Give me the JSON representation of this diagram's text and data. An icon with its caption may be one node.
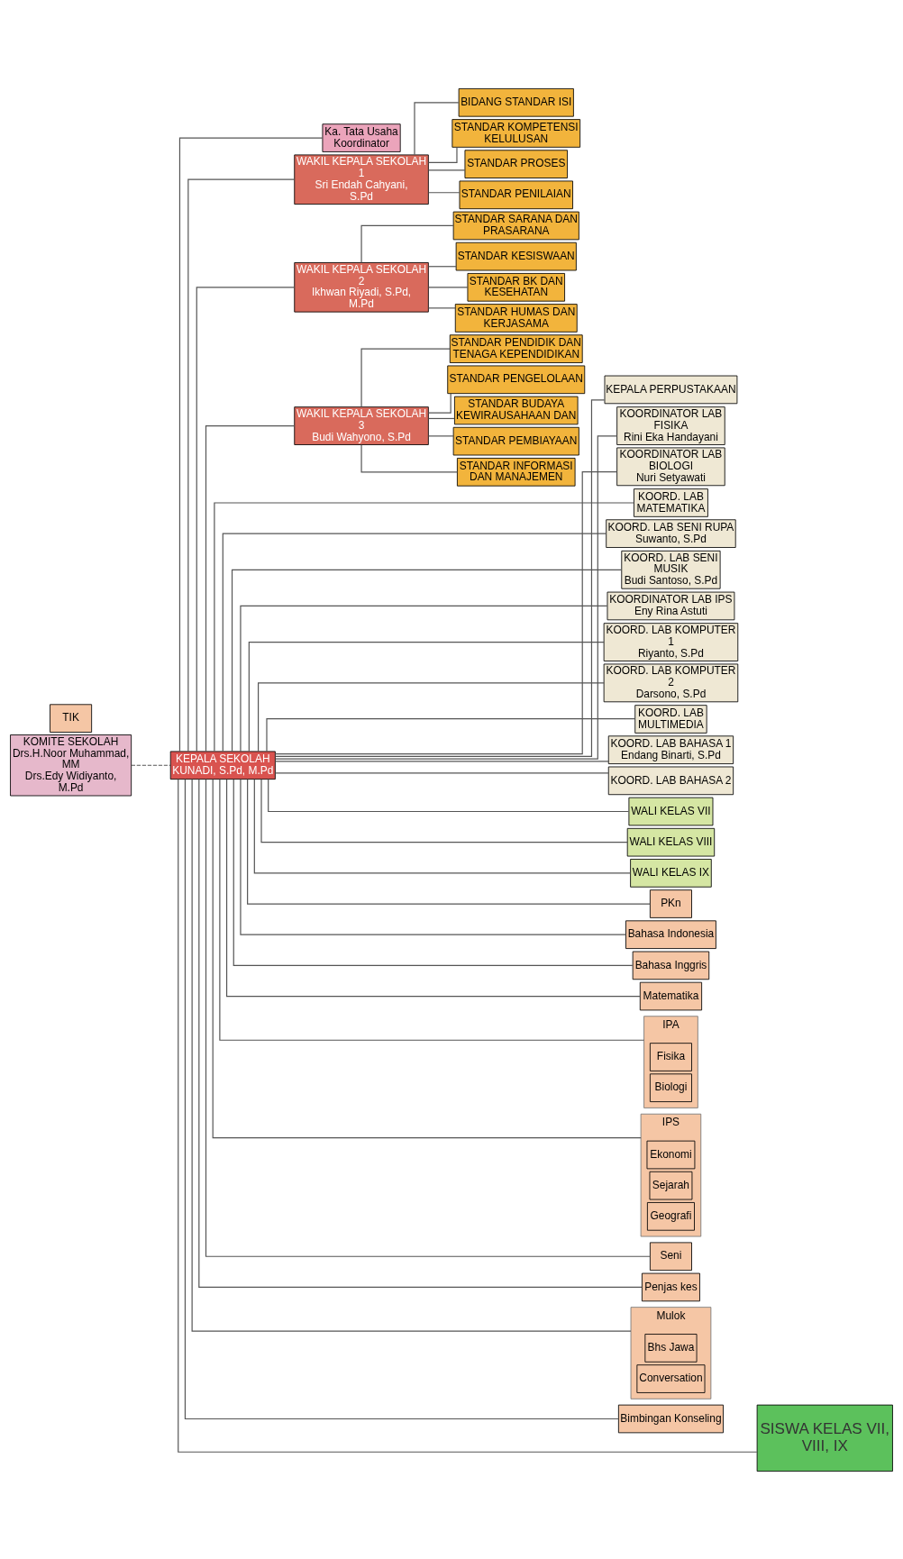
{
  "diagram": {
    "nodes": [
      {
        "text": [
          "KOMITE SEKOLAH",
          "Drs.H.Noor Muhammad, MM",
          "Drs.Edy Widiyanto, M.Pd"
        ]
      },
      {
        "text": [
          "KEPALA SEKOLAH",
          "KUNADI, S.Pd, M.Pd"
        ]
      },
      {
        "text": [
          "Ka. Tata Usaha",
          "Koordinator"
        ]
      },
      {
        "text": [
          "WAKIL KEPALA SEKOLAH 1",
          "Sri Endah Cahyani, S.Pd"
        ]
      },
      {
        "text": [
          "WAKIL KEPALA SEKOLAH 2",
          "Ikhwan Riyadi, S.Pd, M.Pd"
        ]
      },
      {
        "text": [
          "WAKIL KEPALA SEKOLAH 3",
          "Budi Wahyono, S.Pd"
        ]
      },
      {
        "text": [
          "BIDANG STANDAR ISI"
        ]
      },
      {
        "text": [
          "STANDAR KOMPETENSI KELULUSAN"
        ]
      },
      {
        "text": [
          "STANDAR PROSES"
        ]
      },
      {
        "text": [
          "STANDAR PENILAIAN"
        ]
      },
      {
        "text": [
          "STANDAR SARANA DAN PRASARANA"
        ]
      },
      {
        "text": [
          "STANDAR KESISWAAN"
        ]
      },
      {
        "text": [
          "STANDAR BK DAN KESEHATAN"
        ]
      },
      {
        "text": [
          "STANDAR HUMAS DAN KERJASAMA"
        ]
      },
      {
        "text": [
          "STANDAR PENDIDIK DAN TENAGA KEPENDIDIKAN"
        ]
      },
      {
        "text": [
          "STANDAR PENGELOLAAN"
        ]
      },
      {
        "text": [
          "STANDAR BUDAYA KEWIRAUSAHAAN DAN"
        ]
      },
      {
        "text": [
          "STANDAR PEMBIAYAAN"
        ]
      },
      {
        "text": [
          "STANDAR INFORMASI DAN MANAJEMEN"
        ]
      },
      {
        "text": [
          "KEPALA PERPUSTAKAAN"
        ]
      },
      {
        "text": [
          "KOORDINATOR LAB FISIKA",
          "Rini Eka Handayani"
        ]
      },
      {
        "text": [
          "KOORDINATOR LAB BIOLOGI",
          "Nuri Setyawati"
        ]
      },
      {
        "text": [
          "KOORD. LAB MATEMATIKA"
        ]
      },
      {
        "text": [
          "KOORD. LAB SENI RUPA",
          "Suwanto, S.Pd"
        ]
      },
      {
        "text": [
          "KOORD. LAB SENI MUSIK",
          "Budi Santoso, S.Pd"
        ]
      },
      {
        "text": [
          "KOORDINATOR LAB IPS",
          "Eny Rina Astuti"
        ]
      },
      {
        "text": [
          "KOORD. LAB KOMPUTER 1",
          "Riyanto, S.Pd"
        ]
      },
      {
        "text": [
          "KOORD. LAB KOMPUTER 2",
          "Darsono, S.Pd"
        ]
      },
      {
        "text": [
          "KOORD. LAB MULTIMEDIA"
        ]
      },
      {
        "text": [
          "KOORD. LAB BAHASA 1",
          "Endang Binarti, S.Pd"
        ]
      },
      {
        "text": [
          "KOORD. LAB BAHASA 2"
        ]
      },
      {
        "text": [
          "WALI KELAS VII"
        ]
      },
      {
        "text": [
          "WALI KELAS VIII"
        ]
      },
      {
        "text": [
          "WALI KELAS IX"
        ]
      },
      {
        "text": [
          "PKn"
        ]
      },
      {
        "text": [
          "Bahasa Indonesia"
        ]
      },
      {
        "text": [
          "Bahasa Inggris"
        ]
      },
      {
        "text": [
          "Matematika"
        ]
      },
      {
        "text": [
          "IPA"
        ]
      },
      {
        "text": [
          "Fisika"
        ],
        "in": 38
      },
      {
        "text": [
          "Biologi"
        ],
        "in": 38
      },
      {
        "text": [
          "IPS"
        ]
      },
      {
        "text": [
          "Ekonomi"
        ],
        "in": 41
      },
      {
        "text": [
          "Sejarah"
        ],
        "in": 41
      },
      {
        "text": [
          "Geografi"
        ],
        "in": 41
      },
      {
        "text": [
          "Seni"
        ]
      },
      {
        "text": [
          "Penjas kes"
        ]
      },
      {
        "text": [
          "Mulok"
        ]
      },
      {
        "text": [
          "Bhs Jawa"
        ],
        "in": 47
      },
      {
        "text": [
          "Conversation"
        ],
        "in": 47
      },
      {
        "text": [
          "TIK"
        ]
      },
      {
        "text": [
          "Bimbingan Konseling"
        ]
      },
      {
        "text": [
          "SISWA KELAS VII, VIII, IX"
        ]
      }
    ],
    "edges": [
      {
        "from": 0,
        "to": 1,
        "arrow": "none",
        "style": "dashed"
      },
      {
        "from": 1,
        "to": 2,
        "arrow": "none"
      },
      {
        "from": 1,
        "to": 3,
        "arrow": "none"
      },
      {
        "from": 1,
        "to": 4,
        "arrow": "none"
      },
      {
        "from": 1,
        "to": 5,
        "arrow": "none"
      },
      {
        "from": 3,
        "to": 6,
        "arrow": "none"
      },
      {
        "from": 3,
        "to": 7,
        "arrow": "none"
      },
      {
        "from": 3,
        "to": 8,
        "arrow": "none"
      },
      {
        "from": 3,
        "to": 9,
        "arrow": "none"
      },
      {
        "from": 4,
        "to": 10,
        "arrow": "none"
      },
      {
        "from": 4,
        "to": 11,
        "arrow": "none"
      },
      {
        "from": 4,
        "to": 12,
        "arrow": "none"
      },
      {
        "from": 4,
        "to": 13,
        "arrow": "none"
      },
      {
        "from": 5,
        "to": 14,
        "arrow": "none"
      },
      {
        "from": 5,
        "to": 15,
        "arrow": "none"
      },
      {
        "from": 5,
        "to": 16,
        "arrow": "none"
      },
      {
        "from": 5,
        "to": 17,
        "arrow": "none"
      },
      {
        "from": 5,
        "to": 18,
        "arrow": "none"
      },
      {
        "from": 1,
        "to": 19,
        "arrow": "none"
      },
      {
        "from": 1,
        "to": 20,
        "arrow": "none"
      },
      {
        "from": 1,
        "to": 21,
        "arrow": "none"
      },
      {
        "from": 1,
        "to": 22,
        "arrow": "none"
      },
      {
        "from": 1,
        "to": 23,
        "arrow": "none"
      },
      {
        "from": 1,
        "to": 24,
        "arrow": "none"
      },
      {
        "from": 1,
        "to": 25,
        "arrow": "none"
      },
      {
        "from": 1,
        "to": 26,
        "arrow": "none"
      },
      {
        "from": 1,
        "to": 27,
        "arrow": "none"
      },
      {
        "from": 1,
        "to": 28,
        "arrow": "none"
      },
      {
        "from": 1,
        "to": 29,
        "arrow": "none"
      },
      {
        "from": 1,
        "to": 30,
        "arrow": "none"
      },
      {
        "from": 1,
        "to": 31,
        "arrow": "none"
      },
      {
        "from": 1,
        "to": 32,
        "arrow": "none"
      },
      {
        "from": 1,
        "to": 33,
        "arrow": "none"
      },
      {
        "from": 1,
        "to": 34,
        "arrow": "none"
      },
      {
        "from": 1,
        "to": 35,
        "arrow": "none"
      },
      {
        "from": 1,
        "to": 36,
        "arrow": "none"
      },
      {
        "from": 1,
        "to": 37,
        "arrow": "none"
      },
      {
        "from": 1,
        "to": 38,
        "arrow": "none"
      },
      {
        "from": 1,
        "to": 41,
        "arrow": "none"
      },
      {
        "from": 1,
        "to": 45,
        "arrow": "none"
      },
      {
        "from": 1,
        "to": 46,
        "arrow": "none"
      },
      {
        "from": 1,
        "to": 47,
        "arrow": "none"
      },
      {
        "from": 1,
        "to": 51,
        "arrow": "none"
      },
      {
        "from": 1,
        "to": 52,
        "arrow": "none"
      }
    ]
  }
}
